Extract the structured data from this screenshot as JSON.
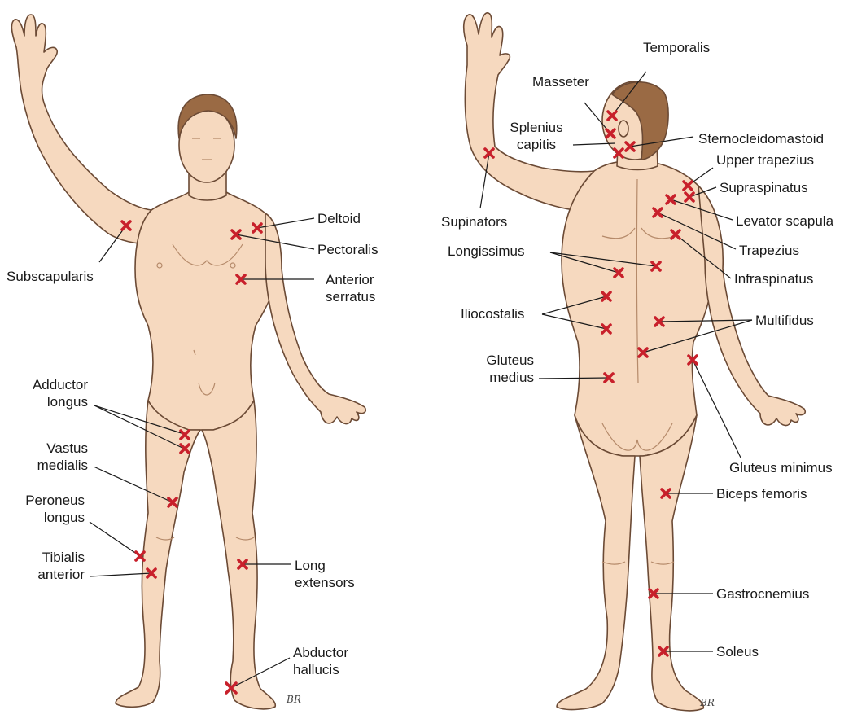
{
  "colors": {
    "skin": "#f6d9bf",
    "skin_shade": "#e9bd98",
    "outline": "#6b4a35",
    "hair": "#9a6a44",
    "marker": "#c8202b",
    "leader": "#1a1a1a"
  },
  "marker_icon": "x-mark-icon",
  "artist_signature": "BR",
  "front_view": {
    "labels": {
      "deltoid": "Deltoid",
      "pectoralis": "Pectoralis",
      "subscapularis": "Subscapularis",
      "anterior_serratus_1": "Anterior",
      "anterior_serratus_2": "serratus",
      "adductor_longus_1": "Adductor",
      "adductor_longus_2": "longus",
      "vastus_medialis_1": "Vastus",
      "vastus_medialis_2": "medialis",
      "peroneus_longus_1": "Peroneus",
      "peroneus_longus_2": "longus",
      "tibialis_anterior_1": "Tibialis",
      "tibialis_anterior_2": "anterior",
      "long_extensors_1": "Long",
      "long_extensors_2": "extensors",
      "abductor_hallucis_1": "Abductor",
      "abductor_hallucis_2": "hallucis"
    }
  },
  "back_view": {
    "labels": {
      "temporalis": "Temporalis",
      "masseter": "Masseter",
      "splenius_capitis_1": "Splenius",
      "splenius_capitis_2": "capitis",
      "sternocleidomastoid": "Sternocleidomastoid",
      "upper_trapezius": "Upper trapezius",
      "supraspinatus": "Supraspinatus",
      "supinators": "Supinators",
      "levator_scapula": "Levator scapula",
      "trapezius": "Trapezius",
      "longissimus": "Longissimus",
      "infraspinatus": "Infraspinatus",
      "iliocostalis": "Iliocostalis",
      "multifidus": "Multifidus",
      "gluteus_medius_1": "Gluteus",
      "gluteus_medius_2": "medius",
      "gluteus_minimus": "Gluteus minimus",
      "biceps_femoris": "Biceps femoris",
      "gastrocnemius": "Gastrocnemius",
      "soleus": "Soleus"
    }
  }
}
